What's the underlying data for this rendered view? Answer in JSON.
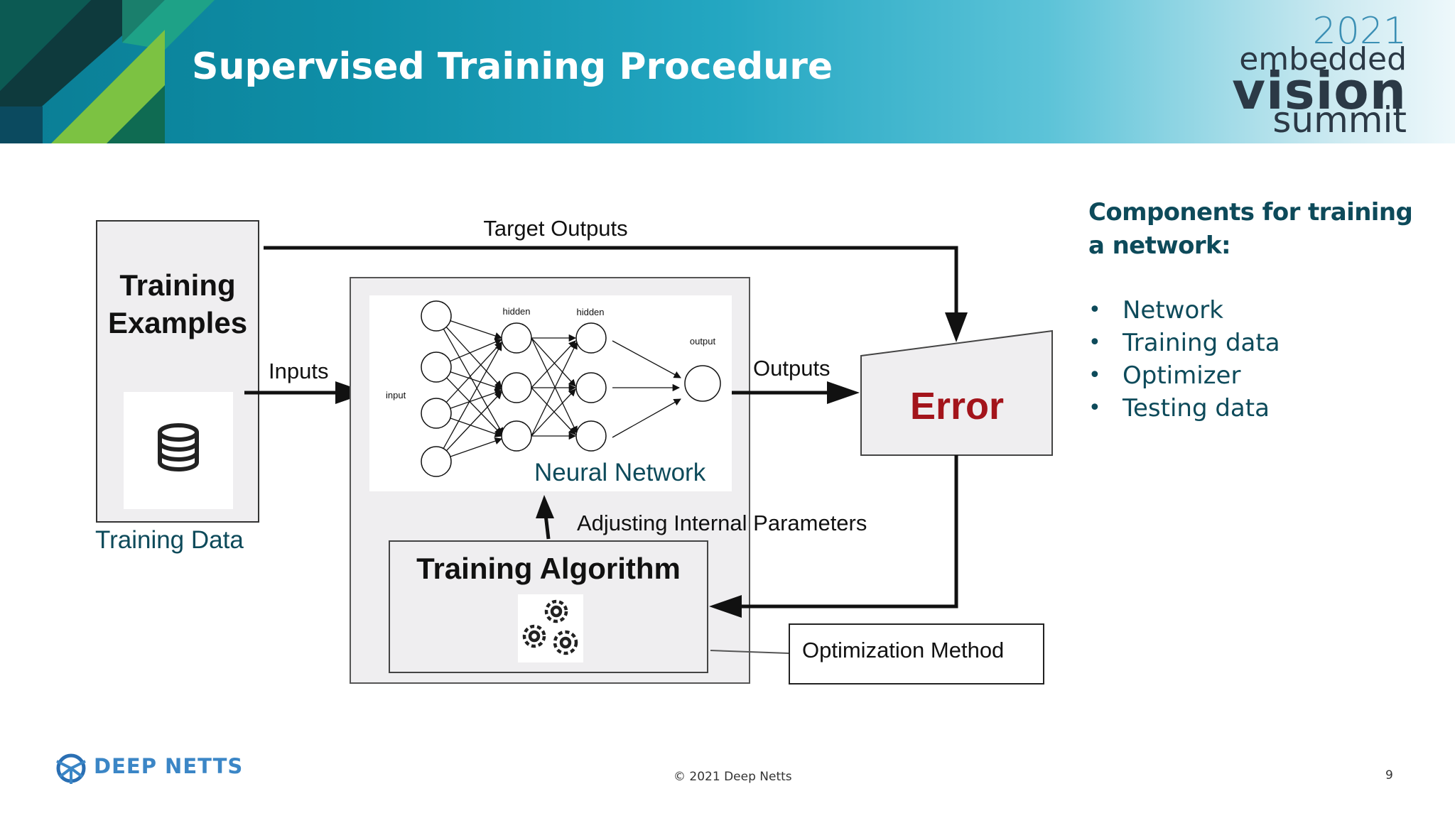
{
  "header": {
    "title": "Supervised Training Procedure",
    "colors": {
      "banner_start": "#0a7d94",
      "banner_end": "#eef8fb",
      "title_text": "#ffffff"
    }
  },
  "logo": {
    "year": "2021",
    "line1": "embedded",
    "line2": "vision",
    "line3": "summit"
  },
  "diagram": {
    "training_examples_label": [
      "Training",
      "Examples"
    ],
    "training_data_caption": "Training Data",
    "database_icon": "database-icon",
    "inputs_label": "Inputs",
    "target_outputs_label": "Target Outputs",
    "outputs_label": "Outputs",
    "error_label": "Error",
    "neural_network_caption": "Neural Network",
    "nn_layer_labels": {
      "input": "input",
      "hidden1": "hidden",
      "hidden2": "hidden",
      "output": "output"
    },
    "adjusting_label": "Adjusting Internal Parameters",
    "training_algorithm_label": "Training Algorithm",
    "gears_icon": "gears-icon",
    "optimization_method_label": "Optimization Method",
    "colors": {
      "error_text": "#a3141b",
      "caption_teal": "#0d4a5a",
      "box_fill": "#efeef0"
    }
  },
  "components": {
    "heading": "Components for training a network:",
    "items": [
      "Network",
      "Training data",
      "Optimizer",
      "Testing data"
    ]
  },
  "footer": {
    "brand": "DEEP NETTS",
    "copyright": "© 2021 Deep Netts",
    "page_number": "9"
  }
}
